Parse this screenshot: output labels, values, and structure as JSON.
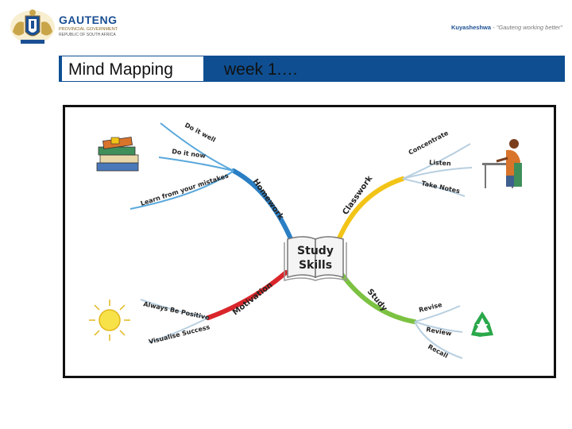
{
  "header": {
    "brand_name": "GAUTENG",
    "brand_sub": "PROVINCIAL GOVERNMENT",
    "brand_sub2": "REPUBLIC OF SOUTH AFRICA",
    "tagline_bold": "Kuyasheshwa",
    "tagline_rest": " - \"Gauteng working better\""
  },
  "slide": {
    "title_left": "Mind Mapping",
    "title_right": "week 1.…"
  },
  "mindmap": {
    "center": {
      "line1": "Study",
      "line2": "Skills"
    },
    "branches": {
      "homework": {
        "label": "Homework",
        "color": "#2a7fc4",
        "items": [
          "Do it well",
          "Do it now",
          "Learn from your mistakes"
        ]
      },
      "classwork": {
        "label": "Classwork",
        "color": "#f2c417",
        "items": [
          "Concentrate",
          "Listen",
          "Take Notes"
        ]
      },
      "motivation": {
        "label": "Motivation",
        "color": "#d9262b",
        "items": [
          "Always Be Positive",
          "Visualise Success"
        ]
      },
      "study": {
        "label": "Study",
        "color": "#7cc242",
        "items": [
          "Revise",
          "Review",
          "Recall"
        ]
      }
    },
    "icons": [
      "books-icon",
      "student-at-desk-icon",
      "sun-icon",
      "recycle-icon"
    ]
  }
}
